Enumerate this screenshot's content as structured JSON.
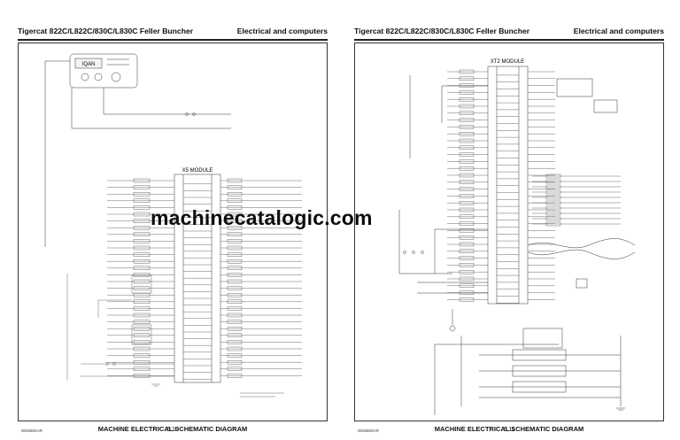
{
  "left_page": {
    "title": "Tigercat 822C/L822C/830C/L830C Feller Buncher",
    "section": "Electrical and computers",
    "caption": "MACHINE ELECTRICAL SCHEMATIC DIAGRAM",
    "page_number": "6.10",
    "drawing_code": "0026802AR",
    "module_label": "X5 MODULE",
    "display_label": "IQAN"
  },
  "right_page": {
    "title": "Tigercat 822C/L822C/830C/L830C Feller Buncher",
    "section": "Electrical and computers",
    "caption": "MACHINE ELECTRICAL SCHEMATIC DIAGRAM",
    "page_number": "6.11",
    "drawing_code": "0026802AR",
    "module_label": "XT2 MODULE"
  },
  "watermark": "machinecatalogic.com"
}
